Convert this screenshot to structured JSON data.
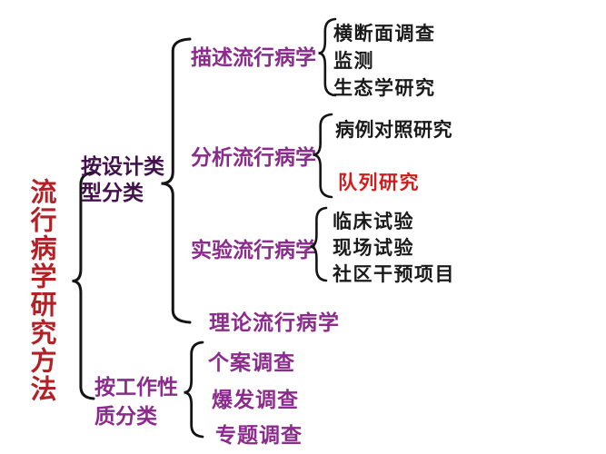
{
  "title": {
    "text": "流行病学研究方法"
  },
  "branch_design": {
    "label_line1": "按设计类",
    "label_line2": "型分类",
    "children": {
      "descriptive": {
        "label": "描述流行病学",
        "items": [
          "横断面调查",
          "监测",
          "生态学研究"
        ]
      },
      "analytical": {
        "label": "分析流行病学",
        "items": [
          "病例对照研究",
          "队列研究"
        ]
      },
      "experimental": {
        "label": "实验流行病学",
        "items": [
          "临床试验",
          "现场试验",
          "社区干预项目"
        ]
      },
      "theoretical": {
        "label": "理论流行病学"
      }
    }
  },
  "branch_work": {
    "label_line1": "按工作性",
    "label_line2": "质分类",
    "items": [
      "个案调查",
      "爆发调查",
      "专题调查"
    ]
  },
  "colors": {
    "title_red": "#b32025",
    "header_purple": "#8b2b8c",
    "design_label_dark": "#44104f",
    "highlight_red": "#d11c1c",
    "leaf_black": "#1a1a1a",
    "brace_black": "#141414"
  }
}
